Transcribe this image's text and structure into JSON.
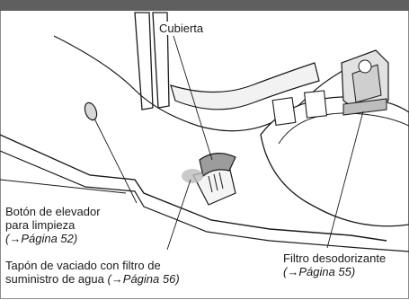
{
  "labels": {
    "cover": "Cubierta",
    "lift_button_line1": "Botón de elevador",
    "lift_button_line2": "para limpieza",
    "lift_button_ref": "(→Página 52)",
    "drain_plug_line1": "Tapón de vaciado con filtro de",
    "drain_plug_line2_text": "suministro de agua ",
    "drain_plug_ref": "(→Página 56)",
    "deodorizing_filter": "Filtro desodorizante",
    "deodorizing_filter_ref": "(→Página 55)"
  },
  "colors": {
    "header_bar": "#5f5f5f",
    "line": "#1a1a1a",
    "shade": "#bdbdbd",
    "highlight": "#9c9c9c"
  }
}
